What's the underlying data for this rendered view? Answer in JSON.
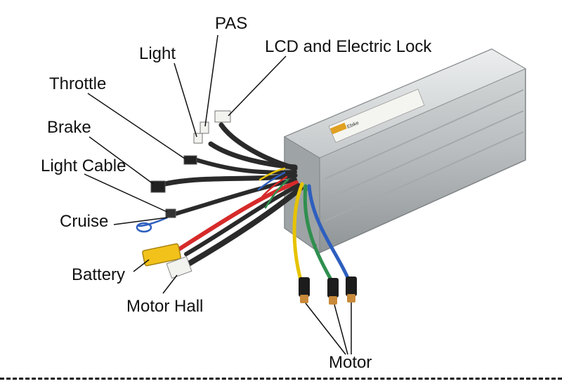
{
  "labels": {
    "pas": "PAS",
    "light": "Light",
    "lcd_lock": "LCD and Electric Lock",
    "throttle": "Throttle",
    "brake": "Brake",
    "light_cable": "Light Cable",
    "cruise": "Cruise",
    "battery": "Battery",
    "motor_hall": "Motor Hall",
    "motor": "Motor"
  },
  "device": {
    "brand_text": "Ebike"
  },
  "colors": {
    "housing": "#b8bcbe",
    "housing_dark": "#8f9496",
    "cable_sheath": "#2a2a2a",
    "battery_connector": "#f2c21b",
    "wire_yellow": "#e6c300",
    "wire_green": "#2f8f4e",
    "wire_blue": "#2e5fbf",
    "wire_red": "#d62a2a",
    "connector_white": "#f2f2ee",
    "bullet_copper": "#c98a3a"
  }
}
